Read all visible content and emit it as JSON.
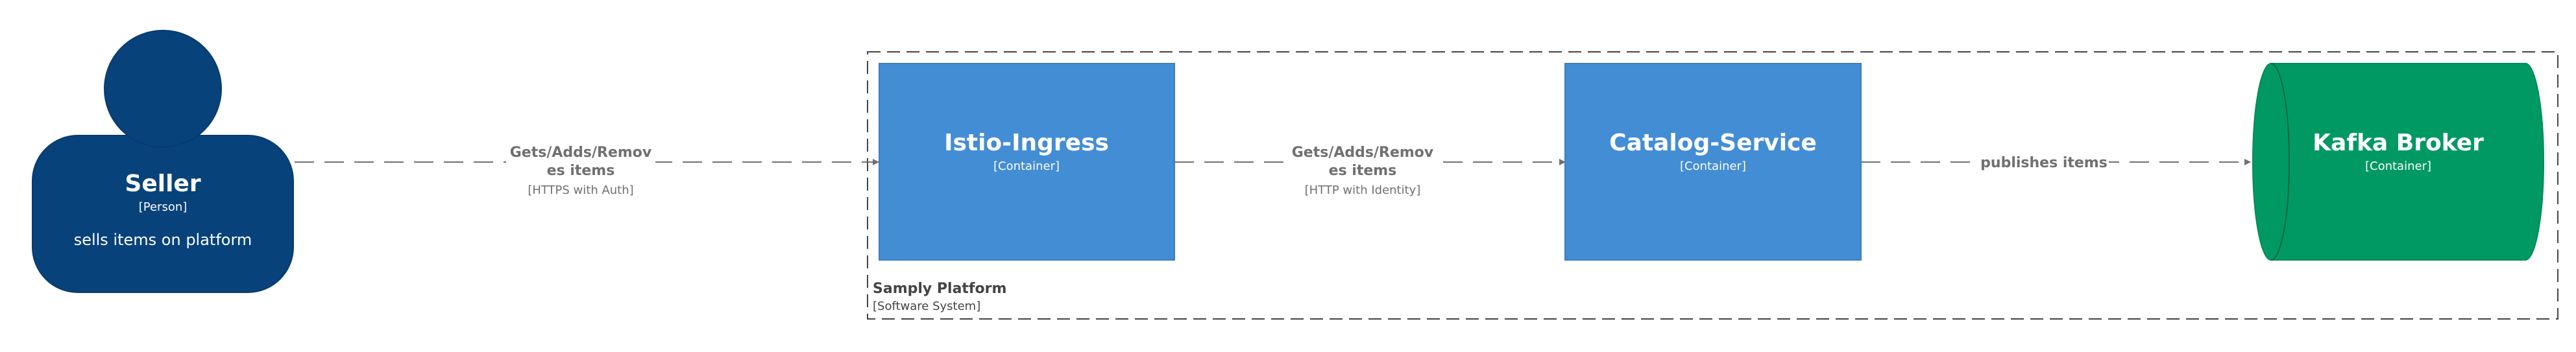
{
  "diagram": {
    "boundary": {
      "name": "Samply Platform",
      "type": "[Software System]"
    },
    "nodes": {
      "seller": {
        "name": "Seller",
        "type": "[Person]",
        "description": "sells items on platform",
        "color": "#08427B"
      },
      "istio_ingress": {
        "name": "Istio-Ingress",
        "type": "[Container]",
        "color": "#438DD5"
      },
      "catalog_service": {
        "name": "Catalog-Service",
        "type": "[Container]",
        "color": "#438DD5"
      },
      "kafka_broker": {
        "name": "Kafka Broker",
        "type": "[Container]",
        "color": "#009963"
      }
    },
    "relations": {
      "seller_to_ingress": {
        "label_line1": "Gets/Adds/Remov",
        "label_line2": "es items",
        "technology": "[HTTPS with Auth]"
      },
      "ingress_to_catalog": {
        "label_line1": "Gets/Adds/Remov",
        "label_line2": "es items",
        "technology": "[HTTP with Identity]"
      },
      "catalog_to_kafka": {
        "label": "publishes items"
      }
    },
    "colors": {
      "edge": "#707070",
      "boundary": "#444444"
    }
  }
}
